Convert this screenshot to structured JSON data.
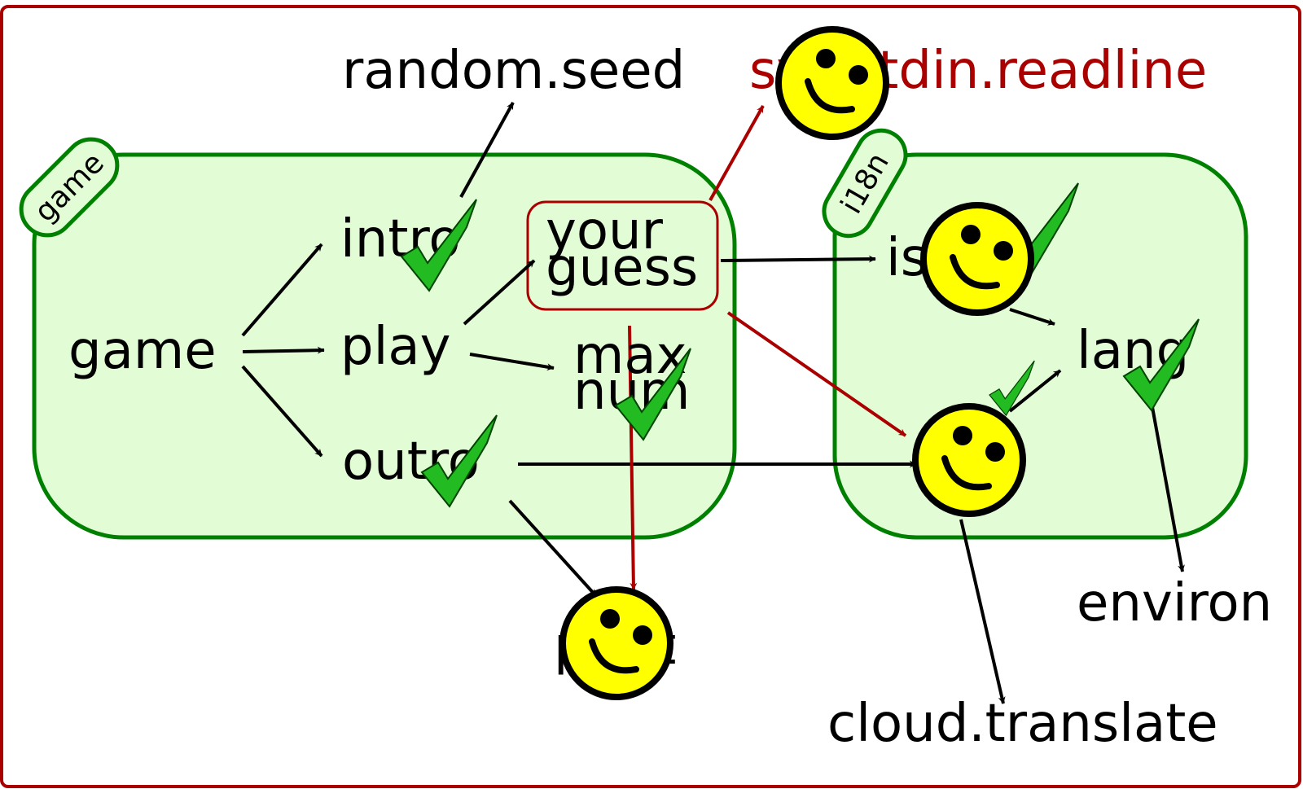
{
  "packages": {
    "game": "game",
    "i18n": "i18n"
  },
  "nodes": {
    "game": "game",
    "intro": "intro",
    "play": "play",
    "outro": "outro",
    "your_guess_line1": "your",
    "your_guess_line2": "guess",
    "max_num_line1": "max",
    "max_num_line2": "num",
    "random_seed": "random.seed",
    "stdin_readline": "sys.stdin.readline",
    "print": "print",
    "is_int": "is_int",
    "lang": "lang",
    "environ": "environ",
    "cloud_translate": "cloud.translate"
  },
  "colors": {
    "package_fill": "#e2fcd6",
    "package_stroke": "#008000",
    "frame": "#aa0000",
    "highlight_edge": "#aa0000",
    "normal_edge": "#000000",
    "smiley": "#ffff00",
    "checkmark": "#22bb22"
  },
  "icons": {
    "done_marker": "checkmark-icon",
    "mocked_marker": "smiley-icon"
  }
}
